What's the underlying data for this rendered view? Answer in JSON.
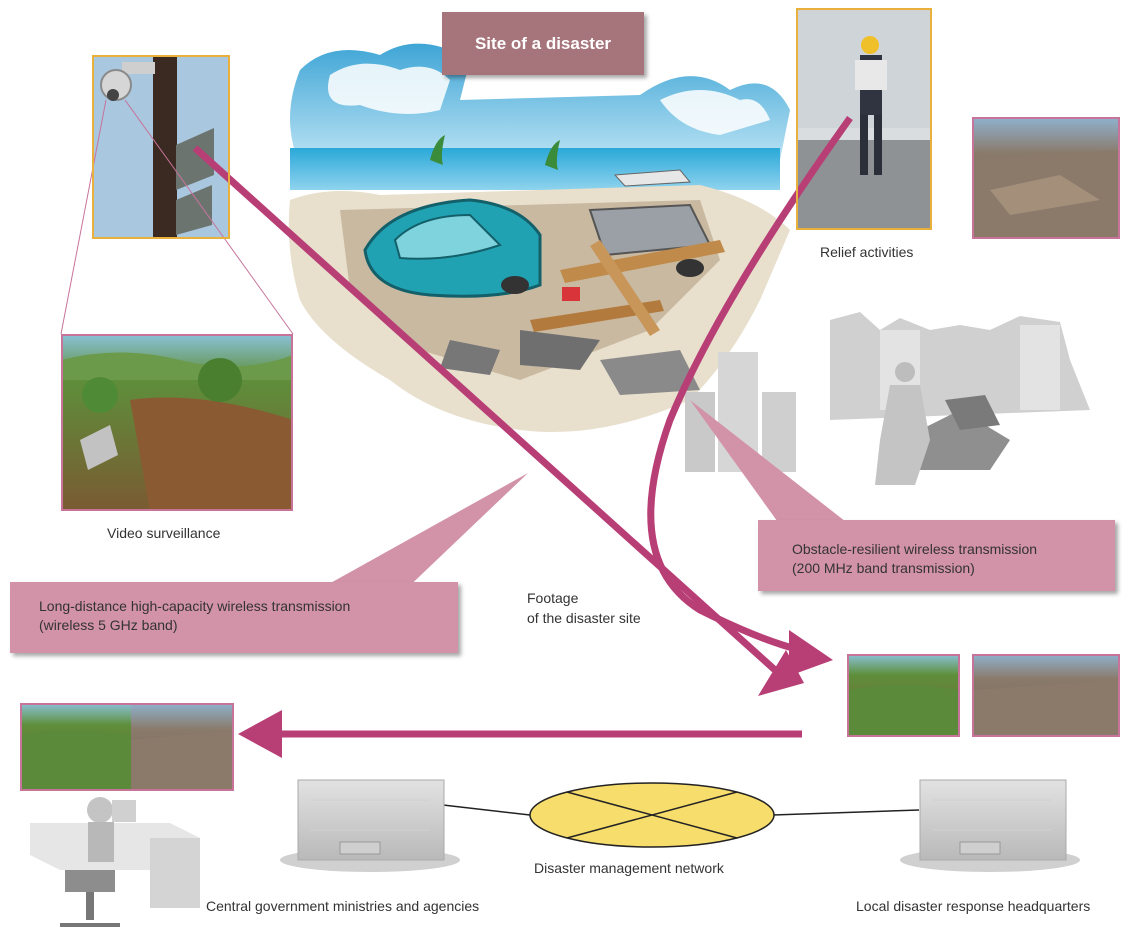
{
  "title": "Site of a disaster",
  "labels": {
    "video_surveillance": "Video surveillance",
    "relief_activities": "Relief activities",
    "footage": [
      "Footage",
      "of the disaster site"
    ],
    "disaster_network": "Disaster management network",
    "central_government": "Central government ministries and agencies",
    "local_hq": "Local disaster response headquarters"
  },
  "callouts": {
    "long_distance": [
      "Long-distance high-capacity wireless transmission",
      "(wireless 5 GHz band)"
    ],
    "obstacle": [
      "Obstacle-resilient wireless transmission",
      "(200 MHz band transmission)"
    ]
  },
  "colors": {
    "title_bg": "#a6757b",
    "callout_bg": "#d292a8",
    "arrow": "#b83e76",
    "photo_border_gold": "#e9b13b",
    "photo_border_pink": "#c7739a",
    "network_fill": "#f7dd6c"
  },
  "icons": [
    "camera-icon",
    "antenna-icon",
    "server-icon",
    "network-hub-icon",
    "operator-icon"
  ]
}
